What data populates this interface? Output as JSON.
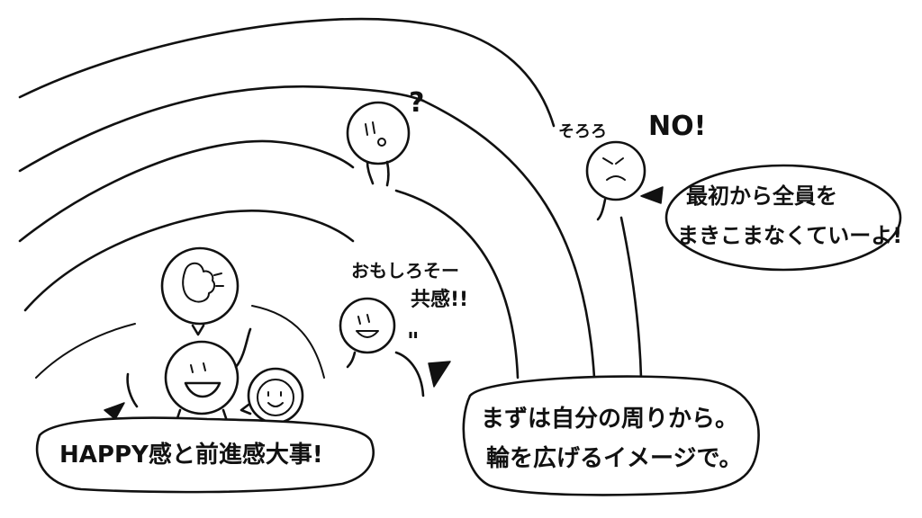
{
  "labels": {
    "question_mark": "?",
    "ouch": "そろろ",
    "no": "NO!",
    "interesting": "おもしろそー",
    "empathy": "共感!!",
    "quote_mark": "\"",
    "happy_line": "HAPPY感と前進感大事!"
  },
  "bubbles": {
    "right_line1": "最初から全員を",
    "right_line2": "まきこまなくていーよ!",
    "bottom_line1": "まずは自分の周りから。",
    "bottom_line2": "輪を広げるイメージで。"
  }
}
